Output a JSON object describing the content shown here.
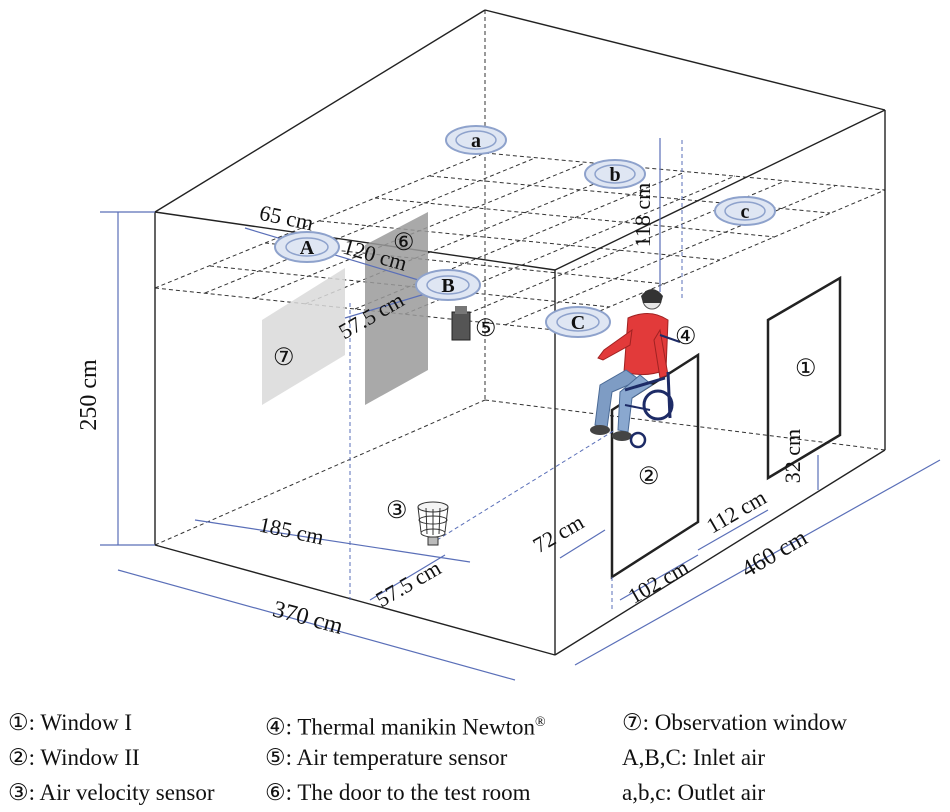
{
  "diagram": {
    "dimensions": {
      "height": "250 cm",
      "width": "370 cm",
      "length": "460 cm",
      "inlet_a_offset": "65 cm",
      "inlet_ab_spacing": "120 cm",
      "inlet_b_offset": "57.5 cm",
      "outlet_height": "118 cm",
      "sensor3_x": "185 cm",
      "sensor3_y": "57.5 cm",
      "window2_offset": "72 cm",
      "window2_width": "102 cm",
      "window_gap": "112 cm",
      "window1_sill": "32 cm"
    },
    "vents": {
      "inlets": [
        "A",
        "B",
        "C"
      ],
      "outlets": [
        "a",
        "b",
        "c"
      ]
    },
    "markers": {
      "m1": "①",
      "m2": "②",
      "m3": "③",
      "m4": "④",
      "m5": "⑤",
      "m6": "⑥",
      "m7": "⑦"
    }
  },
  "legend": [
    {
      "marker": "①",
      "text": ": Window I"
    },
    {
      "marker": "②",
      "text": ": Window II"
    },
    {
      "marker": "③",
      "text": ": Air velocity sensor"
    },
    {
      "marker": "④",
      "text": ": Thermal manikin Newton",
      "sup": "®"
    },
    {
      "marker": "⑤",
      "text": ": Air temperature sensor"
    },
    {
      "marker": "⑥",
      "text": ": The door to the test room"
    },
    {
      "marker": "⑦",
      "text": ": Observation window"
    },
    {
      "marker": "",
      "text": "A,B,C: Inlet air"
    },
    {
      "marker": "",
      "text": "a,b,c: Outlet air"
    }
  ],
  "colors": {
    "dimension_line": "#5a6fb8",
    "vent_ring": "#8ea2cc",
    "vent_fill": "#dfe6f3",
    "manikin_jacket": "#e23a3a",
    "manikin_pants": "#7e9cc4",
    "observation_window": "#d9d9d9",
    "door": "#9a9a9a"
  }
}
